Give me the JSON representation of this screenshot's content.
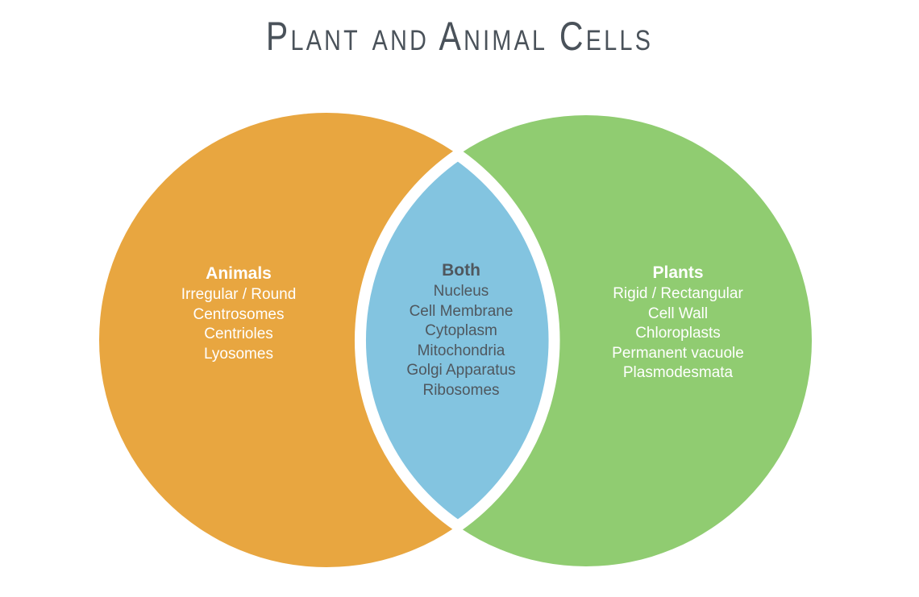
{
  "title": "Plant and Animal Cells",
  "colors": {
    "animals_circle": "#E8A640",
    "plants_circle": "#90CC71",
    "both_lens": "#83C4E0",
    "divider": "#FFFFFF",
    "title_text": "#4A525A",
    "both_text": "#4F575E",
    "circle_label_text": "#FFFFFF"
  },
  "venn": {
    "animals": {
      "heading": "Animals",
      "items": [
        "Irregular / Round",
        "Centrosomes",
        "Centrioles",
        "Lyosomes"
      ]
    },
    "both": {
      "heading": "Both",
      "items": [
        "Nucleus",
        "Cell Membrane",
        "Cytoplasm",
        "Mitochondria",
        "Golgi Apparatus",
        "Ribosomes"
      ]
    },
    "plants": {
      "heading": "Plants",
      "items": [
        "Rigid / Rectangular",
        "Cell Wall",
        "Chloroplasts",
        "Permanent vacuole",
        "Plasmodesmata"
      ]
    }
  }
}
